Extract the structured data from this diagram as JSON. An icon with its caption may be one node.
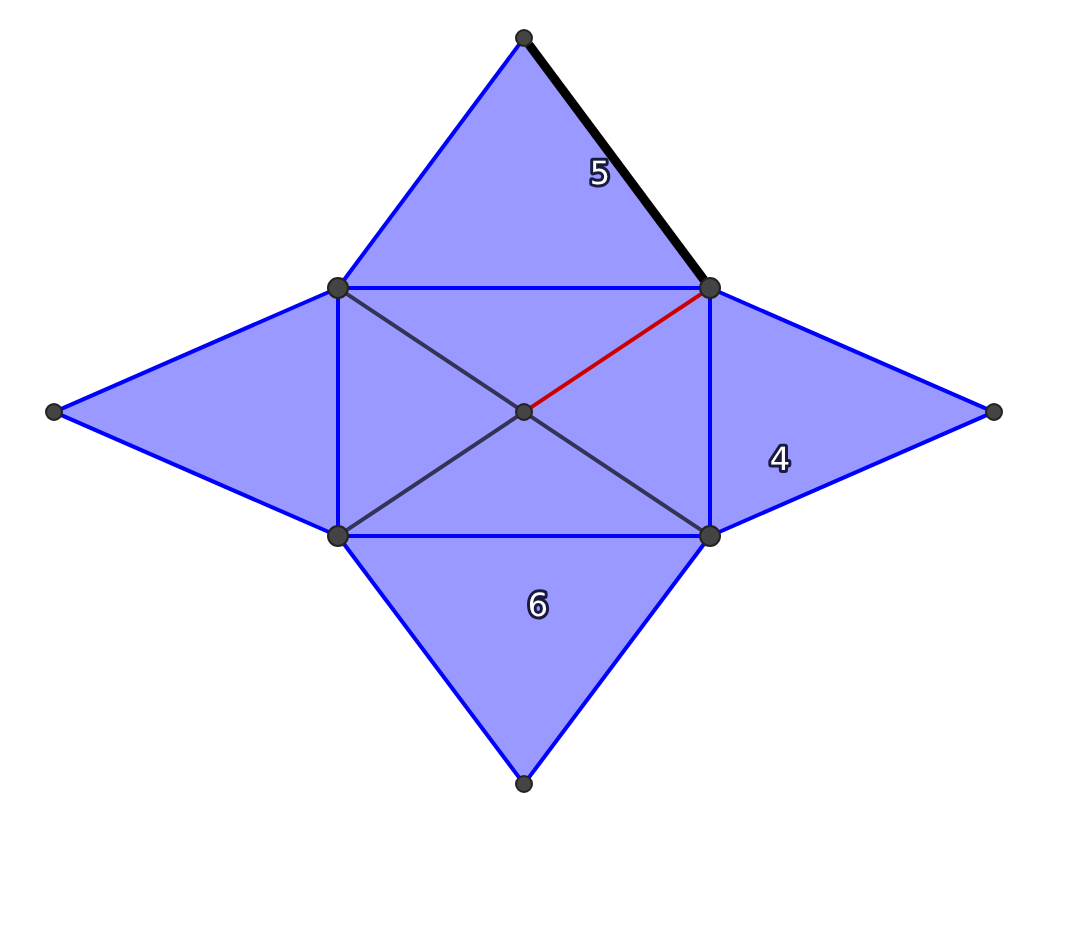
{
  "diagram": {
    "nodes": [
      {
        "text": [],
        "shape": "circle"
      },
      {
        "text": [],
        "shape": "circle"
      },
      {
        "text": [],
        "shape": "circle"
      },
      {
        "text": [],
        "shape": "circle"
      },
      {
        "text": [],
        "shape": "circle"
      },
      {
        "text": [],
        "shape": "circle"
      },
      {
        "text": [],
        "shape": "circle"
      },
      {
        "text": [],
        "shape": "circle"
      },
      {
        "text": [],
        "shape": "circle"
      }
    ],
    "edges": [
      {
        "from": 0,
        "to": 1,
        "arrow": "none"
      },
      {
        "from": 0,
        "to": 2,
        "arrow": "none",
        "style": "thick",
        "color": "#000000"
      },
      {
        "from": 1,
        "to": 2,
        "arrow": "none"
      },
      {
        "from": 1,
        "to": 3,
        "arrow": "none"
      },
      {
        "from": 3,
        "to": 6,
        "arrow": "none"
      },
      {
        "from": 2,
        "to": 5,
        "arrow": "none"
      },
      {
        "from": 5,
        "to": 7,
        "arrow": "none"
      },
      {
        "from": 1,
        "to": 6,
        "arrow": "none"
      },
      {
        "from": 2,
        "to": 7,
        "arrow": "none"
      },
      {
        "from": 6,
        "to": 7,
        "arrow": "none"
      },
      {
        "from": 6,
        "to": 8,
        "arrow": "none"
      },
      {
        "from": 8,
        "to": 7,
        "arrow": "none"
      },
      {
        "from": 1,
        "to": 4,
        "arrow": "none",
        "color": "#333355"
      },
      {
        "from": 4,
        "to": 7,
        "arrow": "none",
        "color": "#333355"
      },
      {
        "from": 6,
        "to": 4,
        "arrow": "none",
        "color": "#333355"
      },
      {
        "from": 4,
        "to": 2,
        "arrow": "none",
        "color": "#cc0000"
      }
    ],
    "labels": [
      "5",
      "4",
      "6"
    ]
  }
}
